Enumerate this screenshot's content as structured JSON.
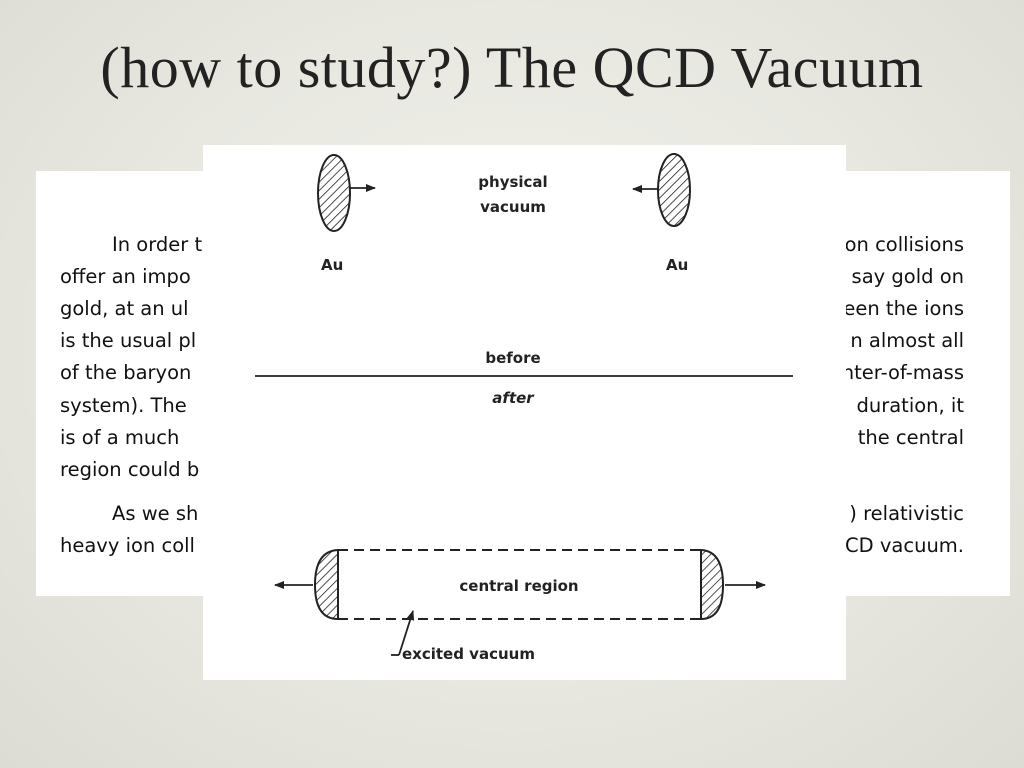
{
  "slide": {
    "title": "(how to study?) The QCD Vacuum"
  },
  "text_page": {
    "left_fragments": [
      "In order t",
      "offer an impo",
      "gold, at an ul",
      "is the usual pl",
      "of the baryon",
      "system).  The",
      "is of a much",
      "region could b",
      "As we sh",
      "heavy ion coll"
    ],
    "right_fragments": [
      "on collisions",
      "say gold on",
      "een the ions",
      "n almost all",
      "nter-of-mass",
      "duration, it",
      "the central",
      "",
      ") relativistic",
      "CD vacuum."
    ]
  },
  "figure": {
    "physical_vacuum_label": [
      "physical",
      "vacuum"
    ],
    "left_nucleus_label": "Au",
    "right_nucleus_label": "Au",
    "before_label": "before",
    "after_label": "after",
    "central_region_label": "central region",
    "excited_vacuum_label": "excited vacuum"
  }
}
